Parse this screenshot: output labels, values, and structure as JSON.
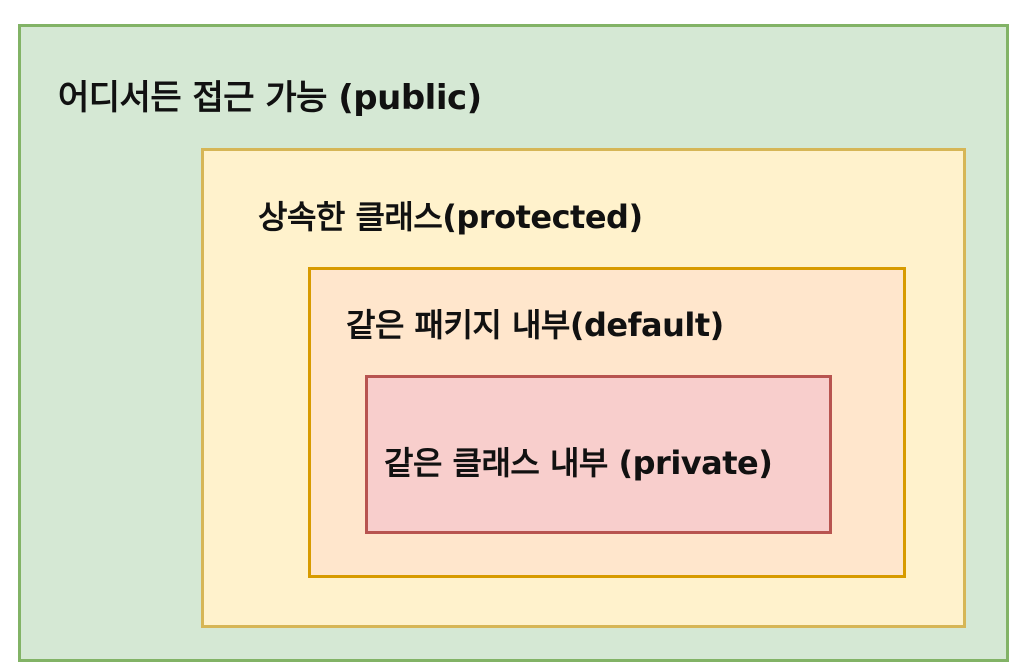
{
  "colors": {
    "public_fill": "#d5e8d4",
    "public_border": "#82b366",
    "protected_fill": "#fff2cc",
    "protected_border": "#d6b656",
    "default_fill": "#ffe6cc",
    "default_border": "#d79b00",
    "private_fill": "#f8cecc",
    "private_border": "#b85450"
  },
  "diagram": {
    "public": {
      "label": "어디서든 접근 가능 (public)"
    },
    "protected": {
      "label": "상속한 클래스(protected)"
    },
    "default": {
      "label": "같은 패키지 내부(default)"
    },
    "private": {
      "label": "같은 클래스 내부 (private)"
    }
  }
}
